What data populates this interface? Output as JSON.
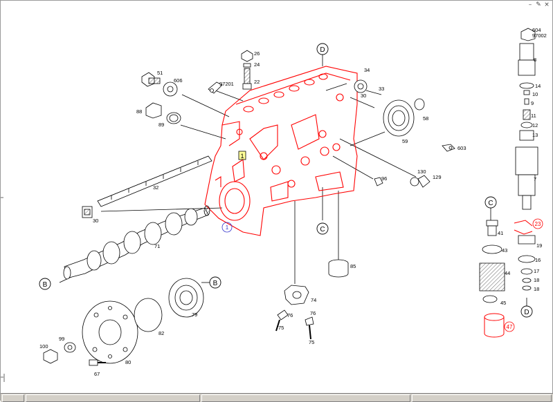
{
  "window_controls": {
    "minimize": "–",
    "close": "×",
    "pin": "✎"
  },
  "colors": {
    "highlight": "#ff0000",
    "callout_blue": "#3333cc",
    "line": "#000000"
  },
  "housing": {
    "label": "1",
    "flag": "1"
  },
  "refs": {
    "D_top": "D",
    "D_bottom": "D",
    "C_main": "C",
    "C_right": "C",
    "B_left": "B",
    "B_right": "B"
  },
  "parts": {
    "p26": "26",
    "p24": "24",
    "p22": "22",
    "p97201": "97201",
    "p51": "51",
    "p606": "606",
    "p88": "88",
    "p89": "89",
    "p32": "32",
    "p30a": "30",
    "p71": "71",
    "p34": "34",
    "p33": "33",
    "p30b": "30",
    "p58": "58",
    "p59": "59",
    "p603": "603",
    "p96": "96",
    "p130": "130",
    "p129": "129",
    "p85": "85",
    "p74": "74",
    "p76a": "76",
    "p75a": "75",
    "p76b": "76",
    "p75b": "75",
    "p79": "79",
    "p82": "82",
    "p80": "80",
    "p67": "67",
    "p99": "99",
    "p100": "100",
    "p604": "604",
    "p97002": "97002",
    "p8": "8",
    "p14": "14",
    "p10": "10",
    "p9": "9",
    "p11": "11",
    "p12": "12",
    "p13": "13",
    "p7": "7",
    "p41": "41",
    "p43": "43",
    "p44": "44",
    "p45": "45",
    "p47": "47",
    "p23": "23",
    "p19": "19",
    "p16": "16",
    "p17": "17",
    "p18a": "18",
    "p18b": "18"
  }
}
